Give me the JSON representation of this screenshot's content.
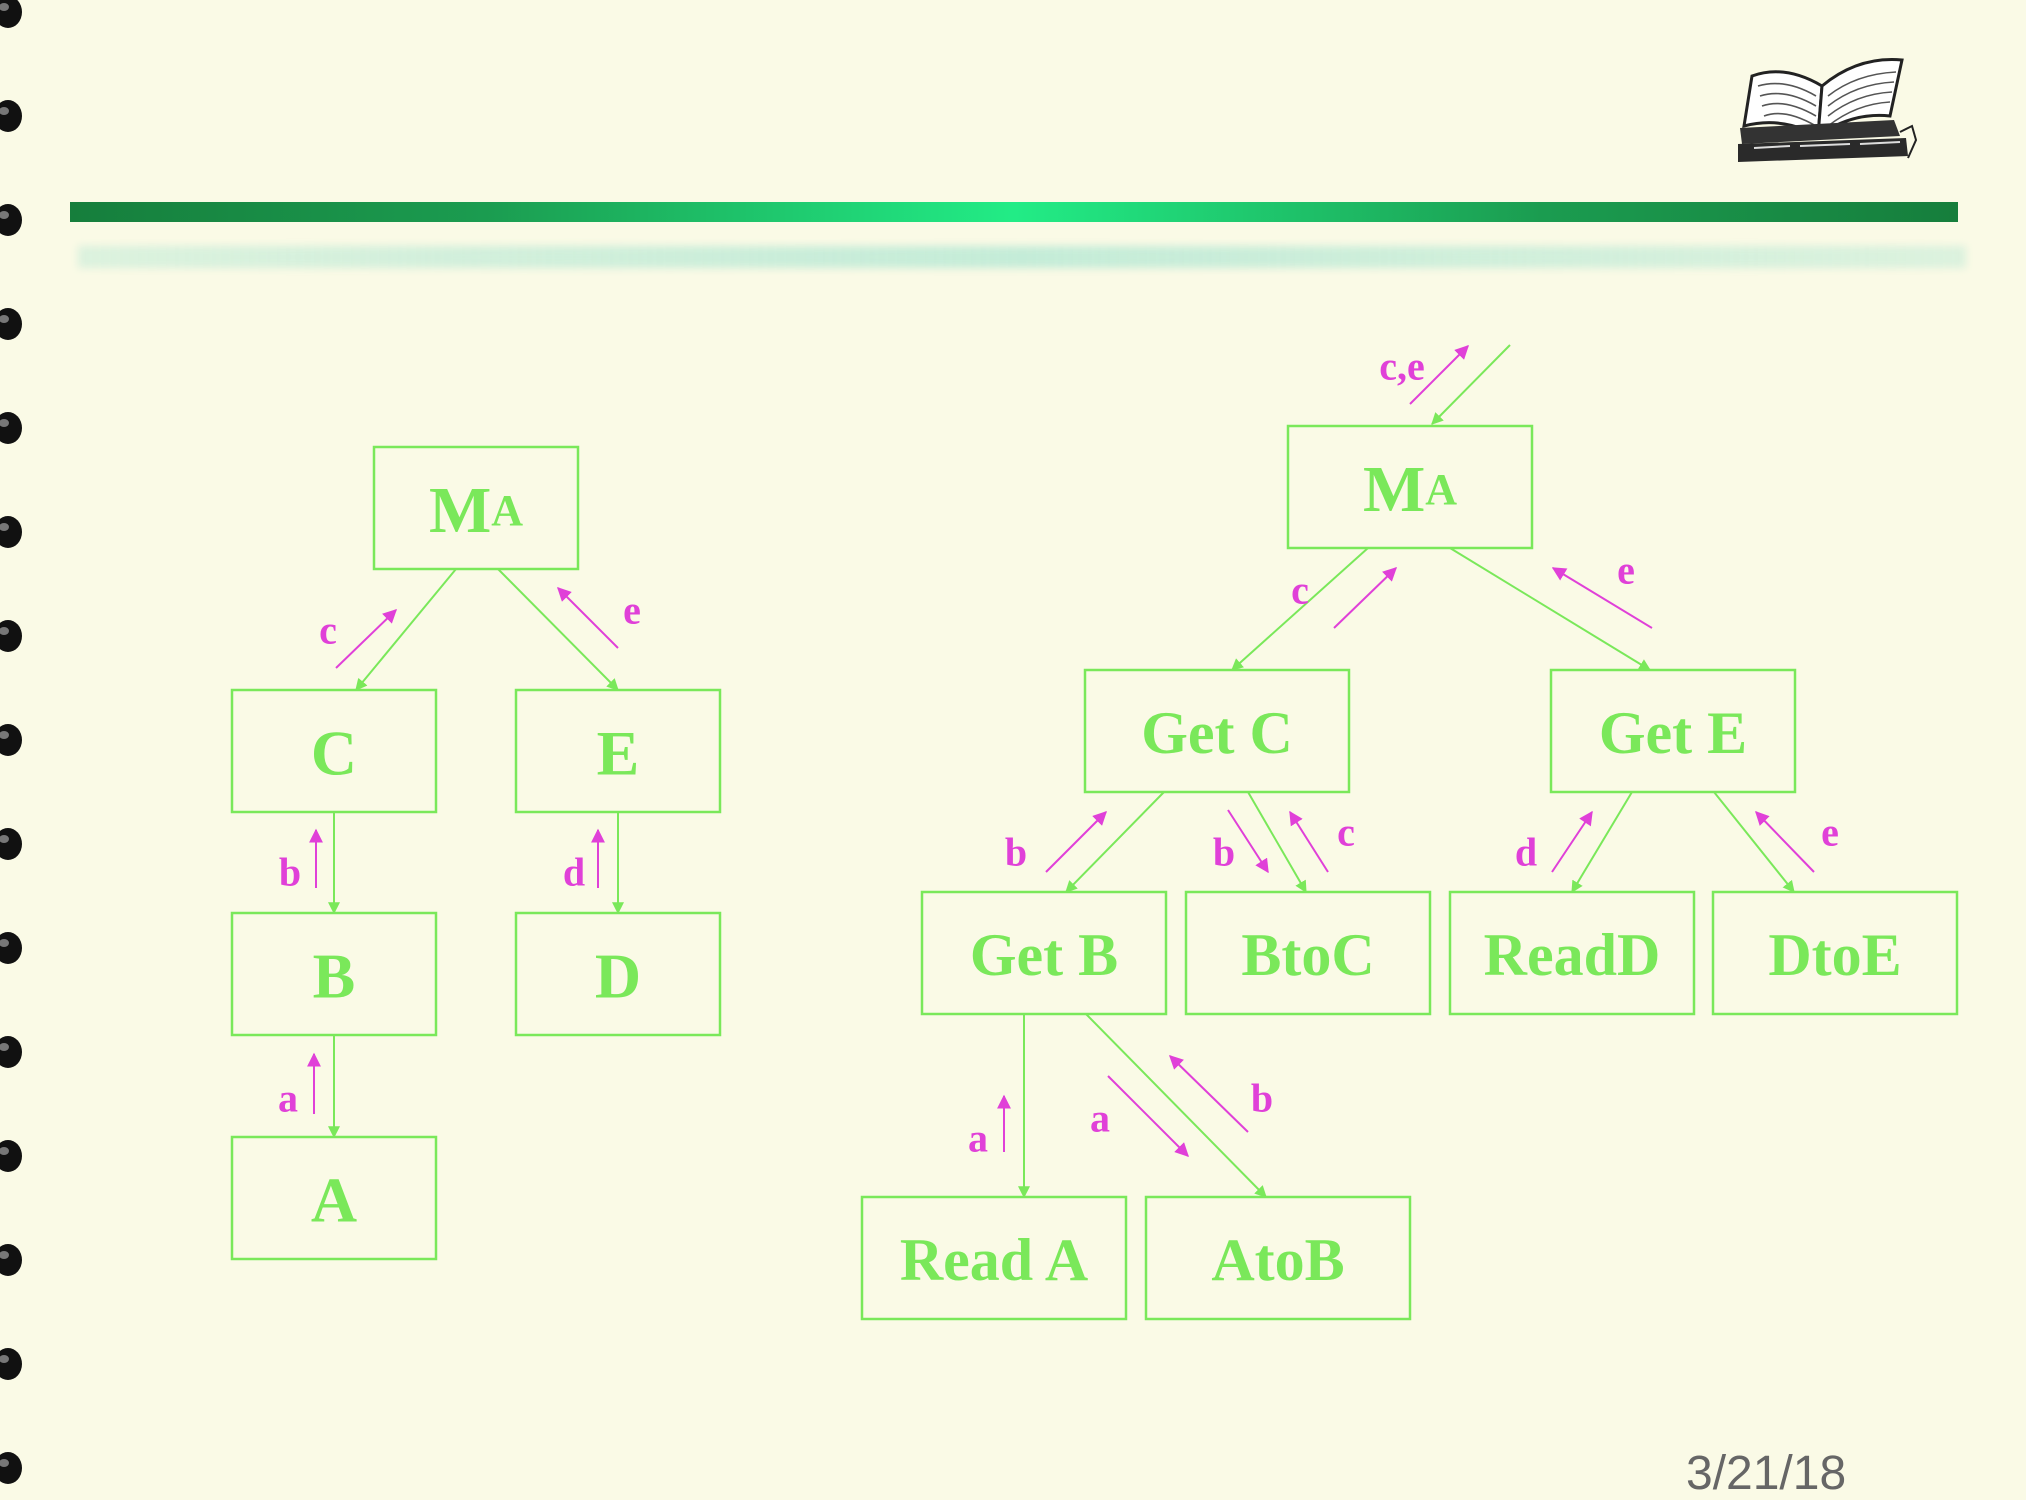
{
  "page_date": "3/21/18",
  "colors": {
    "node": "#7ae85a",
    "flow": "#e040d8"
  },
  "icons": {
    "logo": "open-book-icon"
  },
  "left_tree": {
    "nodes": [
      {
        "id": "MA",
        "main": "M",
        "sub": "A"
      },
      {
        "id": "C",
        "label": "C"
      },
      {
        "id": "E",
        "label": "E"
      },
      {
        "id": "B",
        "label": "B"
      },
      {
        "id": "D",
        "label": "D"
      },
      {
        "id": "A",
        "label": "A"
      }
    ],
    "edges": [
      [
        "MA",
        "C"
      ],
      [
        "MA",
        "E"
      ],
      [
        "C",
        "B"
      ],
      [
        "E",
        "D"
      ],
      [
        "B",
        "A"
      ]
    ],
    "flows": [
      {
        "edge": "MA-C",
        "label": "c",
        "direction": "up"
      },
      {
        "edge": "MA-E",
        "label": "e",
        "direction": "up"
      },
      {
        "edge": "C-B",
        "label": "b",
        "direction": "up"
      },
      {
        "edge": "E-D",
        "label": "d",
        "direction": "up"
      },
      {
        "edge": "B-A",
        "label": "a",
        "direction": "up"
      }
    ]
  },
  "right_tree": {
    "nodes": [
      {
        "id": "MA2",
        "main": "M",
        "sub": "A"
      },
      {
        "id": "GetC",
        "label": "Get C"
      },
      {
        "id": "GetE",
        "label": "Get E"
      },
      {
        "id": "GetB",
        "label": "Get B"
      },
      {
        "id": "BtoC",
        "label": "BtoC"
      },
      {
        "id": "ReadD",
        "label": "ReadD"
      },
      {
        "id": "DtoE",
        "label": "DtoE"
      },
      {
        "id": "ReadA",
        "label": "Read A"
      },
      {
        "id": "AtoB",
        "label": "AtoB"
      }
    ],
    "edges": [
      [
        "MA2",
        "GetC"
      ],
      [
        "MA2",
        "GetE"
      ],
      [
        "GetC",
        "GetB"
      ],
      [
        "GetC",
        "BtoC"
      ],
      [
        "GetE",
        "ReadD"
      ],
      [
        "GetE",
        "DtoE"
      ],
      [
        "GetB",
        "ReadA"
      ],
      [
        "GetB",
        "AtoB"
      ]
    ],
    "flows": [
      {
        "edge": "input-MA2",
        "label": "c,e",
        "direction": "up"
      },
      {
        "edge": "MA2-GetC",
        "label": "c",
        "direction": "up"
      },
      {
        "edge": "MA2-GetE",
        "label": "e",
        "direction": "up"
      },
      {
        "edge": "GetC-GetB",
        "label": "b",
        "direction": "up"
      },
      {
        "edge": "GetC-BtoC",
        "label": "b",
        "direction": "down"
      },
      {
        "edge": "GetC-BtoC",
        "label": "c",
        "direction": "up"
      },
      {
        "edge": "GetE-ReadD",
        "label": "d",
        "direction": "up"
      },
      {
        "edge": "GetE-DtoE",
        "label": "e",
        "direction": "up"
      },
      {
        "edge": "GetB-ReadA",
        "label": "a",
        "direction": "up"
      },
      {
        "edge": "GetB-AtoB",
        "label": "a",
        "direction": "down"
      },
      {
        "edge": "GetB-AtoB",
        "label": "b",
        "direction": "up"
      }
    ]
  }
}
